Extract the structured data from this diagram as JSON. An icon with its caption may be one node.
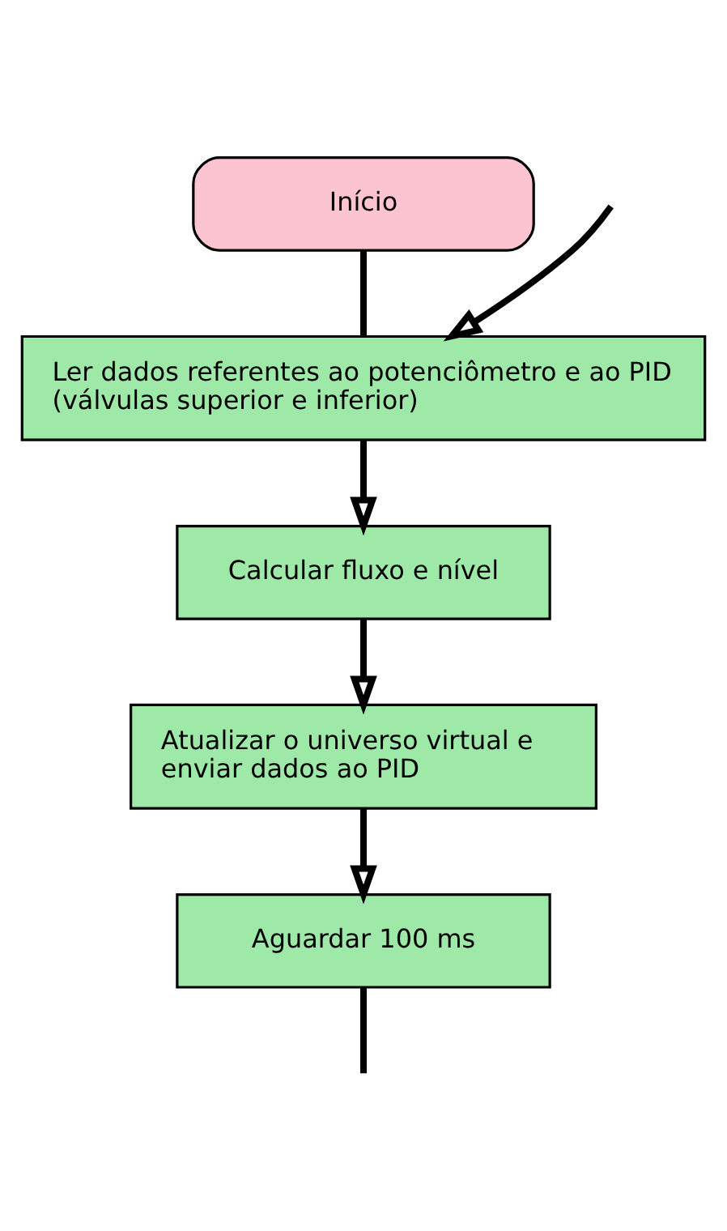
{
  "diagram": {
    "nodes": [
      {
        "text": [
          "Início"
        ]
      },
      {
        "text": [
          "Ler dados referentes ao potenciômetro e ao PID (válvulas superior e inferior)"
        ]
      },
      {
        "text": [
          "Calcular fluxo e nível"
        ]
      },
      {
        "text": [
          "Atualizar o universo virtual e enviar dados ao PID"
        ]
      },
      {
        "text": [
          "Aguardar 100 ms"
        ]
      }
    ],
    "edges": [
      {
        "from": 0,
        "to": 1,
        "arrow": "none"
      },
      {
        "from": null,
        "to": 1,
        "arrow": "to"
      },
      {
        "from": 1,
        "to": 2,
        "arrow": "to"
      },
      {
        "from": 2,
        "to": 3,
        "arrow": "to"
      },
      {
        "from": 3,
        "to": 4,
        "arrow": "to"
      },
      {
        "from": 4,
        "to": null,
        "arrow": "none"
      }
    ]
  }
}
